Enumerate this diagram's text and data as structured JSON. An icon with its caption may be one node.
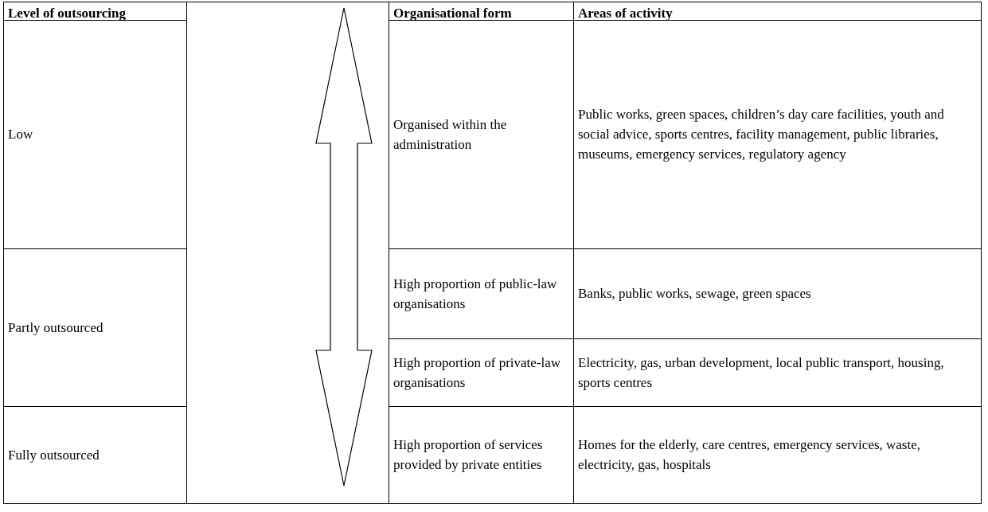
{
  "diagram": {
    "labels": [
      "Level of outsourcing",
      "Organisational form",
      "Areas of activity",
      "Low",
      "Organised within the administration",
      "Public works, green spaces, children’s day care facilities, youth and social advice, sports centres, facility management, public libraries, museums, emergency services, regulatory agency",
      "Partly outsourced",
      "High proportion of public-law organisations",
      "Banks, public works, sewage, green spaces",
      "High proportion of private-law organisations",
      "Electricity, gas, urban development, local public transport, housing, sports centres",
      "Fully outsourced",
      "High proportion of services provided by private entities",
      "Homes for the elderly, care centres, emergency services, waste, electricity, gas, hospitals"
    ]
  }
}
